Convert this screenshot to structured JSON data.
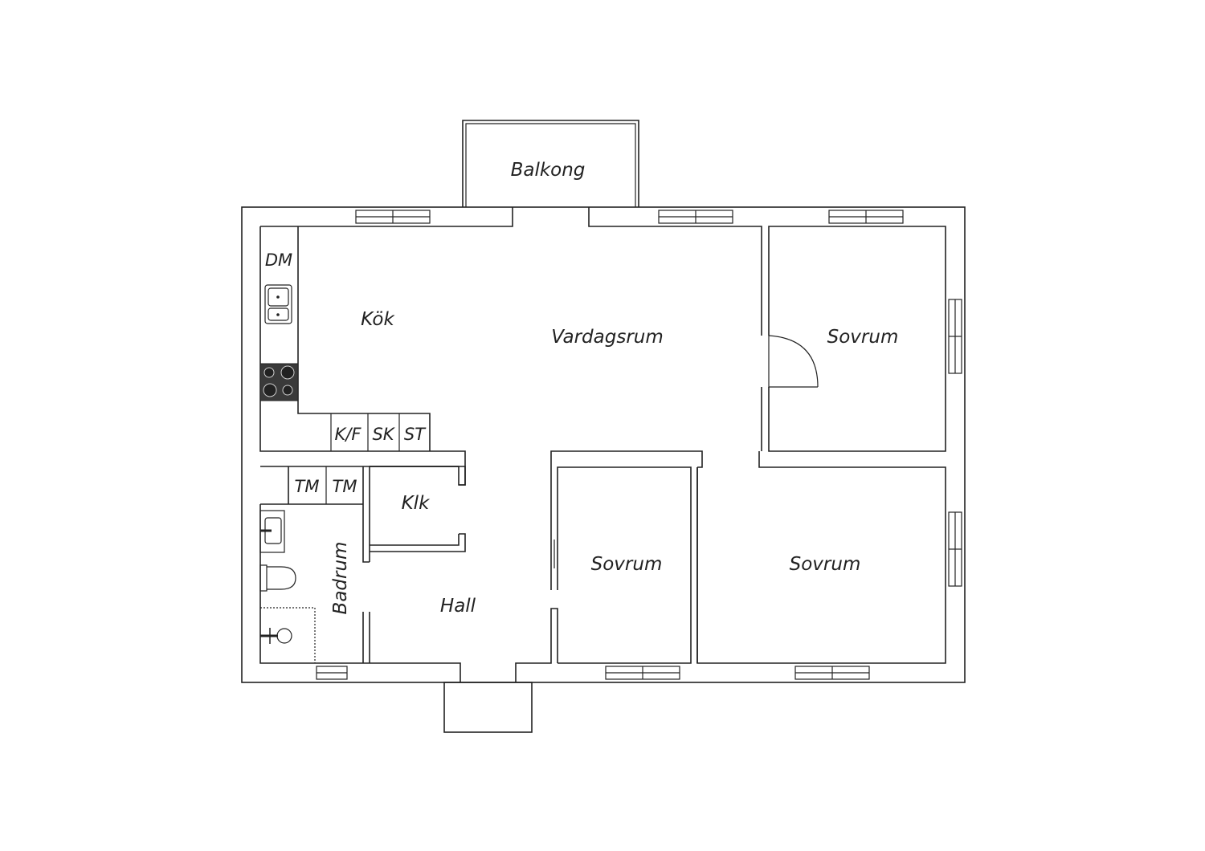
{
  "rooms": {
    "balkong": "Balkong",
    "kok": "Kök",
    "vardagsrum": "Vardagsrum",
    "sovrum_1": "Sovrum",
    "sovrum_2": "Sovrum",
    "sovrum_3": "Sovrum",
    "klk": "Klk",
    "hall": "Hall",
    "badrum": "Badrum"
  },
  "fixtures": {
    "dm": "DM",
    "kf": "K/F",
    "sk": "SK",
    "st": "ST",
    "tm_1": "TM",
    "tm_2": "TM"
  },
  "colors": {
    "line": "#222222",
    "stove": "#3a3a3a",
    "background": "#ffffff"
  }
}
